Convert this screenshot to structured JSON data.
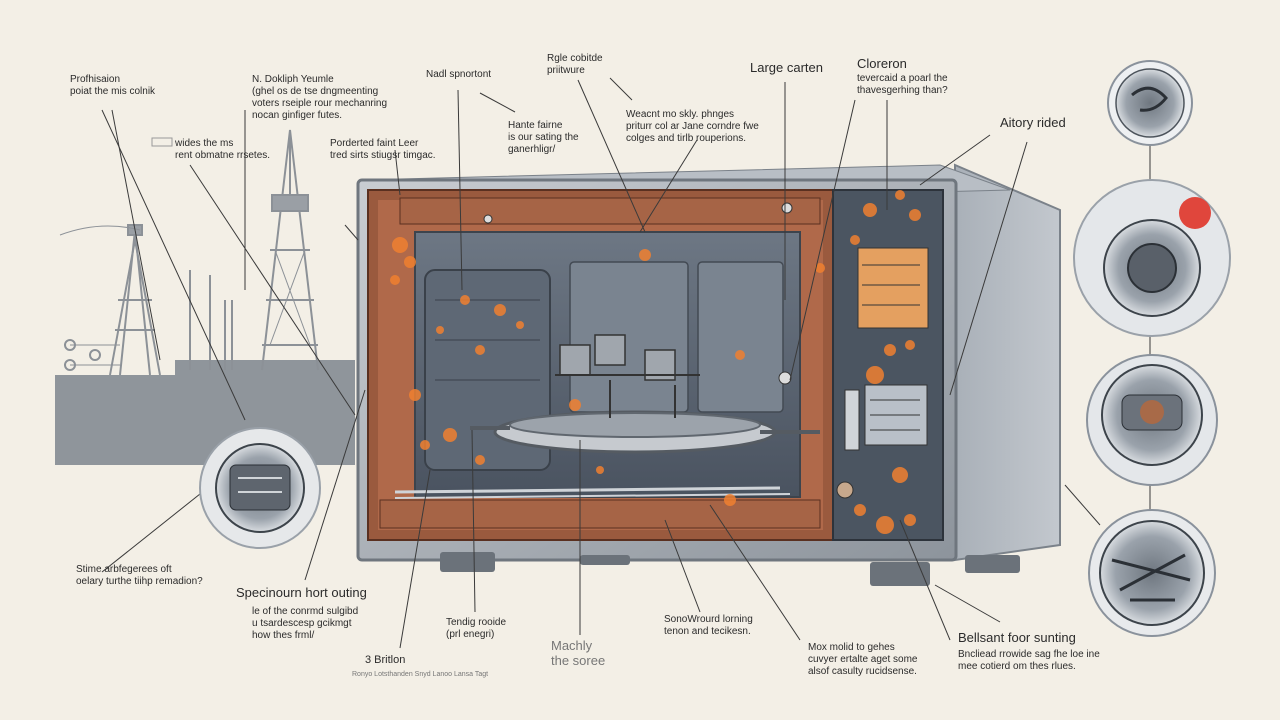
{
  "colors": {
    "background": "#f3efe6",
    "rust": "#b0694a",
    "flame": "#f08030",
    "steel": "#8a929c",
    "line": "#3a3a3a",
    "accent": "#e0463c"
  },
  "labels": {
    "l1": "Profhisaion\npoiat the mis colnik",
    "l2": "N. Dokliph Yeumle\n(ghel os de tse dngmeenting\nvoters rseiple rour mechanring\nnocan ginfiger futes.",
    "l3": "Nadl spnortont",
    "l4": "Rgle cobitde\npriitwure",
    "l5": "Large carten",
    "l6": "Cloreron",
    "l6b": "tevercaid a poarl the\nthavesgerhing than?",
    "l7": "Aitory rided",
    "l8": "Hante fairne\nis our sating the\nganerhligr/",
    "l9": "Weacnt mo skly. phnges\npriturr col ar Jane corndre fwe\ncolges and tirlb rouperions.",
    "l10": "wides the ms\nrent obmatne rrsetes.",
    "l11": "Porderted faint Leer\ntred sirts stiugsr timgac.",
    "l12": "Stime arbfegerees oft\noelary turthe tiihp remadion?",
    "l13": "Specinourn hort outing",
    "l14": "le of the conrmd sulgibd\nu tsardescesp gcikmgt\nhow thes frml/",
    "l15": "Tendig rooide\n(prl enegri)",
    "l16": "Machly\nthe soree",
    "l17": "SonoWrourd lorning\ntenon and tecikesn.",
    "l18": "Mox molid to gehes\ncuvyer ertalte aget some\nalsof casulty rucidsense.",
    "l19": "Bellsant foor sunting",
    "l20": "Bncliead rrowide sag fhe loe ine\nmee cotierd om thes rlues.",
    "l21": "3 Britlon",
    "l21b": "Ronyo Lotsthanden Snyd Lanoo Lansa Tagt"
  }
}
